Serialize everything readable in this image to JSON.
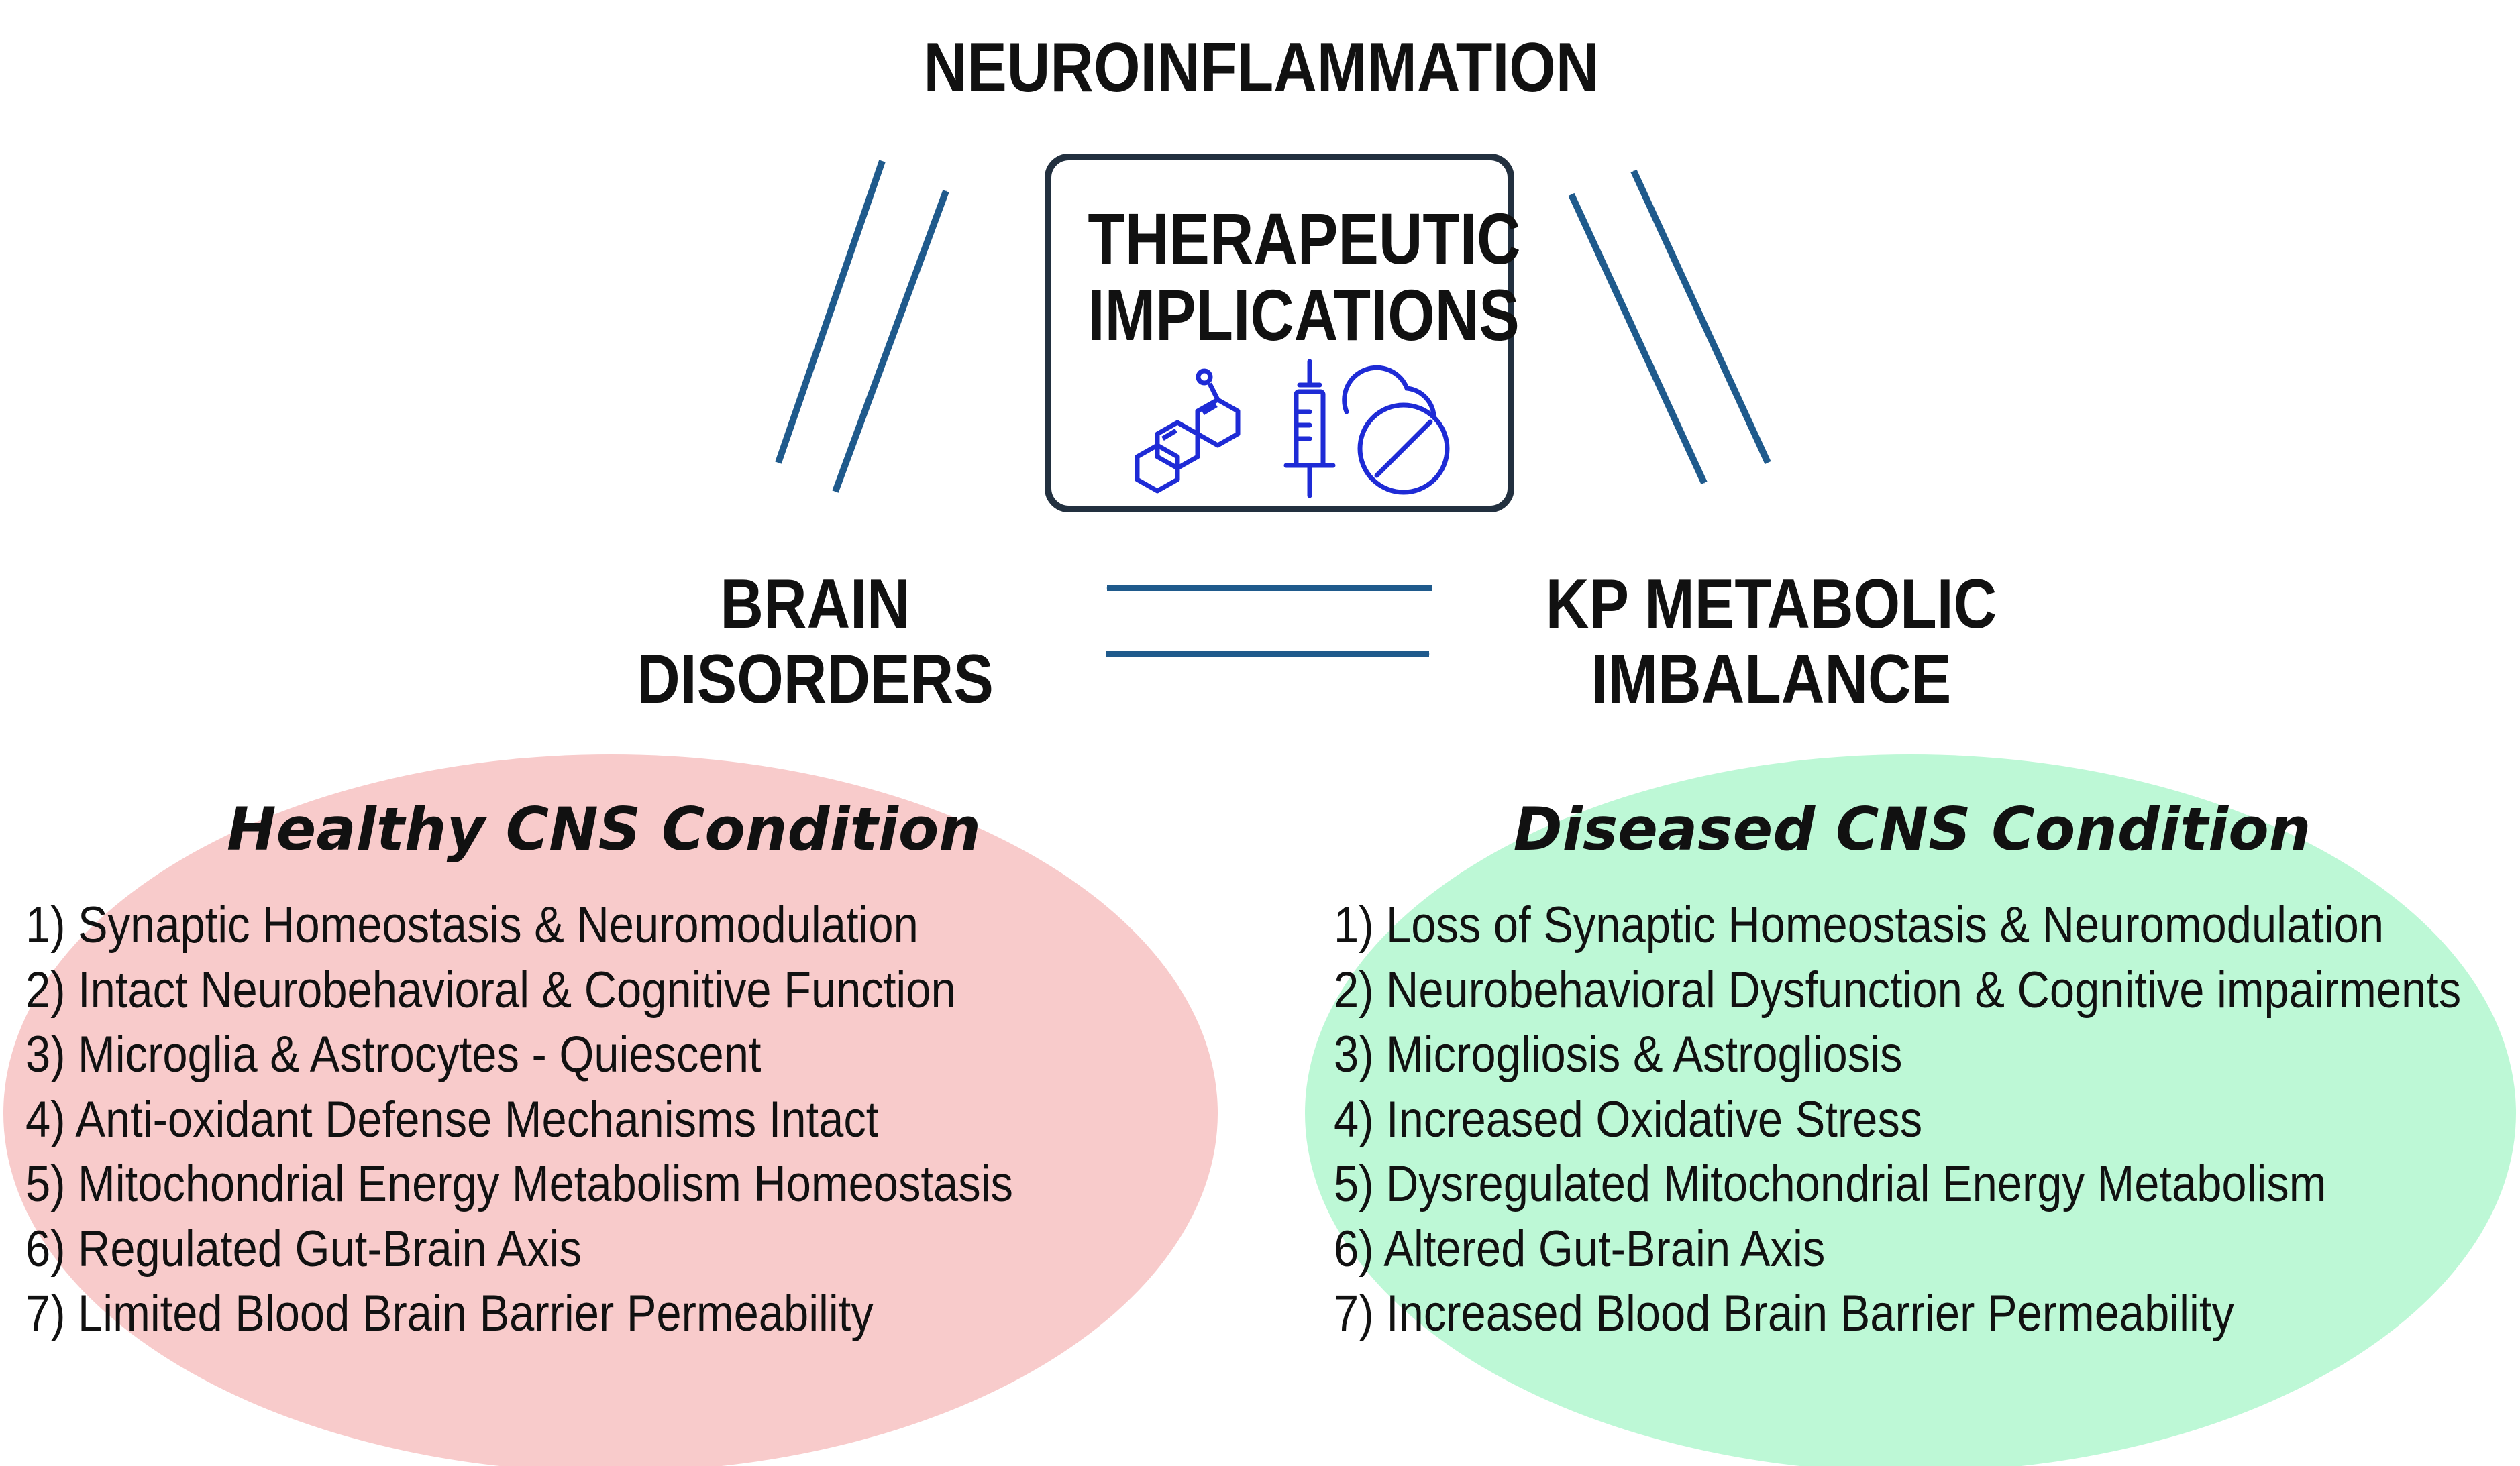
{
  "diagram": {
    "nodes": {
      "neuroinflammation": "NEUROINFLAMMATION",
      "brain_disorders": [
        "BRAIN",
        "DISORDERS"
      ],
      "kp_imbalance": [
        "KP METABOLIC",
        "IMBALANCE"
      ]
    },
    "therapy": {
      "lines": [
        "THERAPEUTIC",
        "IMPLICATIONS"
      ],
      "icons": [
        "molecule-icon",
        "syringe-icon",
        "pill-icon"
      ]
    },
    "arrow_color": "#1f5a8c"
  },
  "healthy": {
    "title": "Healthy CNS Condition",
    "color": "#f8cbcb",
    "items": [
      "1) Synaptic Homeostasis & Neuromodulation",
      "2) Intact Neurobehavioral & Cognitive Function",
      "3) Microglia & Astrocytes - Quiescent",
      "4) Anti-oxidant Defense Mechanisms Intact",
      "5) Mitochondrial Energy Metabolism Homeostasis",
      "6) Regulated Gut-Brain Axis",
      "7) Limited Blood Brain Barrier Permeability"
    ]
  },
  "diseased": {
    "title": "Diseased CNS Condition",
    "color": "#bdf8d6",
    "items": [
      "1) Loss of Synaptic Homeostasis & Neuromodulation",
      "2) Neurobehavioral Dysfunction & Cognitive impairments",
      "3) Microgliosis & Astrogliosis",
      "4) Increased Oxidative Stress",
      "5) Dysregulated Mitochondrial Energy Metabolism",
      "6) Altered Gut-Brain Axis",
      "7) Increased Blood Brain Barrier Permeability"
    ]
  }
}
